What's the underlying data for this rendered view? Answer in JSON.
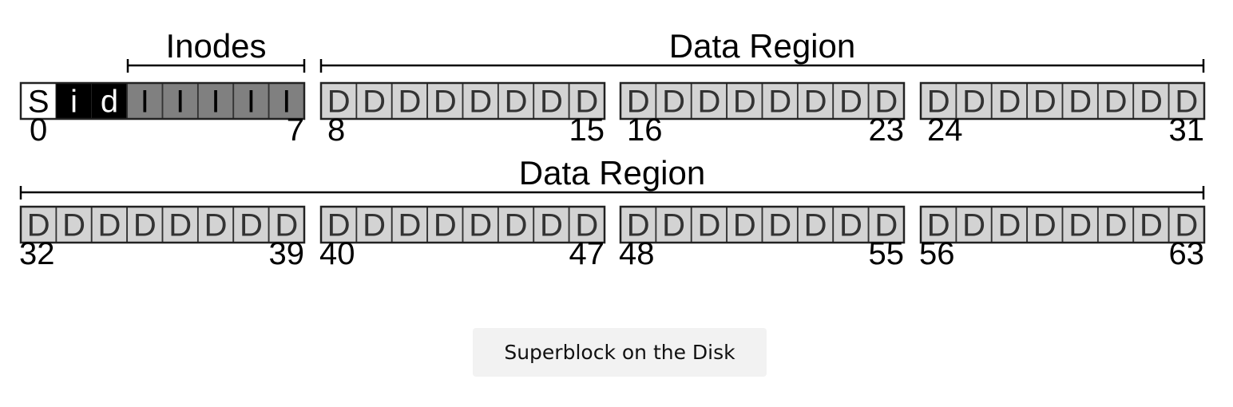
{
  "diagram": {
    "rows": [
      {
        "region_labels": [
          "Inodes",
          "Data Region"
        ],
        "groups": [
          {
            "blocks": [
              "S",
              "i",
              "d",
              "I",
              "I",
              "I",
              "I",
              "I"
            ],
            "kinds": [
              "superblock",
              "bitmap",
              "bitmap",
              "inode",
              "inode",
              "inode",
              "inode",
              "inode"
            ],
            "start_label": "0",
            "end_label": "7"
          },
          {
            "blocks": [
              "D",
              "D",
              "D",
              "D",
              "D",
              "D",
              "D",
              "D"
            ],
            "kinds": [
              "data",
              "data",
              "data",
              "data",
              "data",
              "data",
              "data",
              "data"
            ],
            "start_label": "8",
            "end_label": "15"
          },
          {
            "blocks": [
              "D",
              "D",
              "D",
              "D",
              "D",
              "D",
              "D",
              "D"
            ],
            "kinds": [
              "data",
              "data",
              "data",
              "data",
              "data",
              "data",
              "data",
              "data"
            ],
            "start_label": "16",
            "end_label": "23"
          },
          {
            "blocks": [
              "D",
              "D",
              "D",
              "D",
              "D",
              "D",
              "D",
              "D"
            ],
            "kinds": [
              "data",
              "data",
              "data",
              "data",
              "data",
              "data",
              "data",
              "data"
            ],
            "start_label": "24",
            "end_label": "31"
          }
        ]
      },
      {
        "region_labels": [
          "Data Region"
        ],
        "groups": [
          {
            "blocks": [
              "D",
              "D",
              "D",
              "D",
              "D",
              "D",
              "D",
              "D"
            ],
            "kinds": [
              "data",
              "data",
              "data",
              "data",
              "data",
              "data",
              "data",
              "data"
            ],
            "start_label": "32",
            "end_label": "39"
          },
          {
            "blocks": [
              "D",
              "D",
              "D",
              "D",
              "D",
              "D",
              "D",
              "D"
            ],
            "kinds": [
              "data",
              "data",
              "data",
              "data",
              "data",
              "data",
              "data",
              "data"
            ],
            "start_label": "40",
            "end_label": "47"
          },
          {
            "blocks": [
              "D",
              "D",
              "D",
              "D",
              "D",
              "D",
              "D",
              "D"
            ],
            "kinds": [
              "data",
              "data",
              "data",
              "data",
              "data",
              "data",
              "data",
              "data"
            ],
            "start_label": "48",
            "end_label": "55"
          },
          {
            "blocks": [
              "D",
              "D",
              "D",
              "D",
              "D",
              "D",
              "D",
              "D"
            ],
            "kinds": [
              "data",
              "data",
              "data",
              "data",
              "data",
              "data",
              "data",
              "data"
            ],
            "start_label": "56",
            "end_label": "63"
          }
        ]
      }
    ],
    "colors": {
      "superblock": "#ffffff",
      "bitmap": "#000000",
      "inode": "#808080",
      "data": "#d3d3d3",
      "superblock_text": "#000000",
      "bitmap_text": "#ffffff",
      "inode_text": "#000000",
      "data_text": "#333333"
    }
  },
  "caption": "Superblock on the Disk"
}
